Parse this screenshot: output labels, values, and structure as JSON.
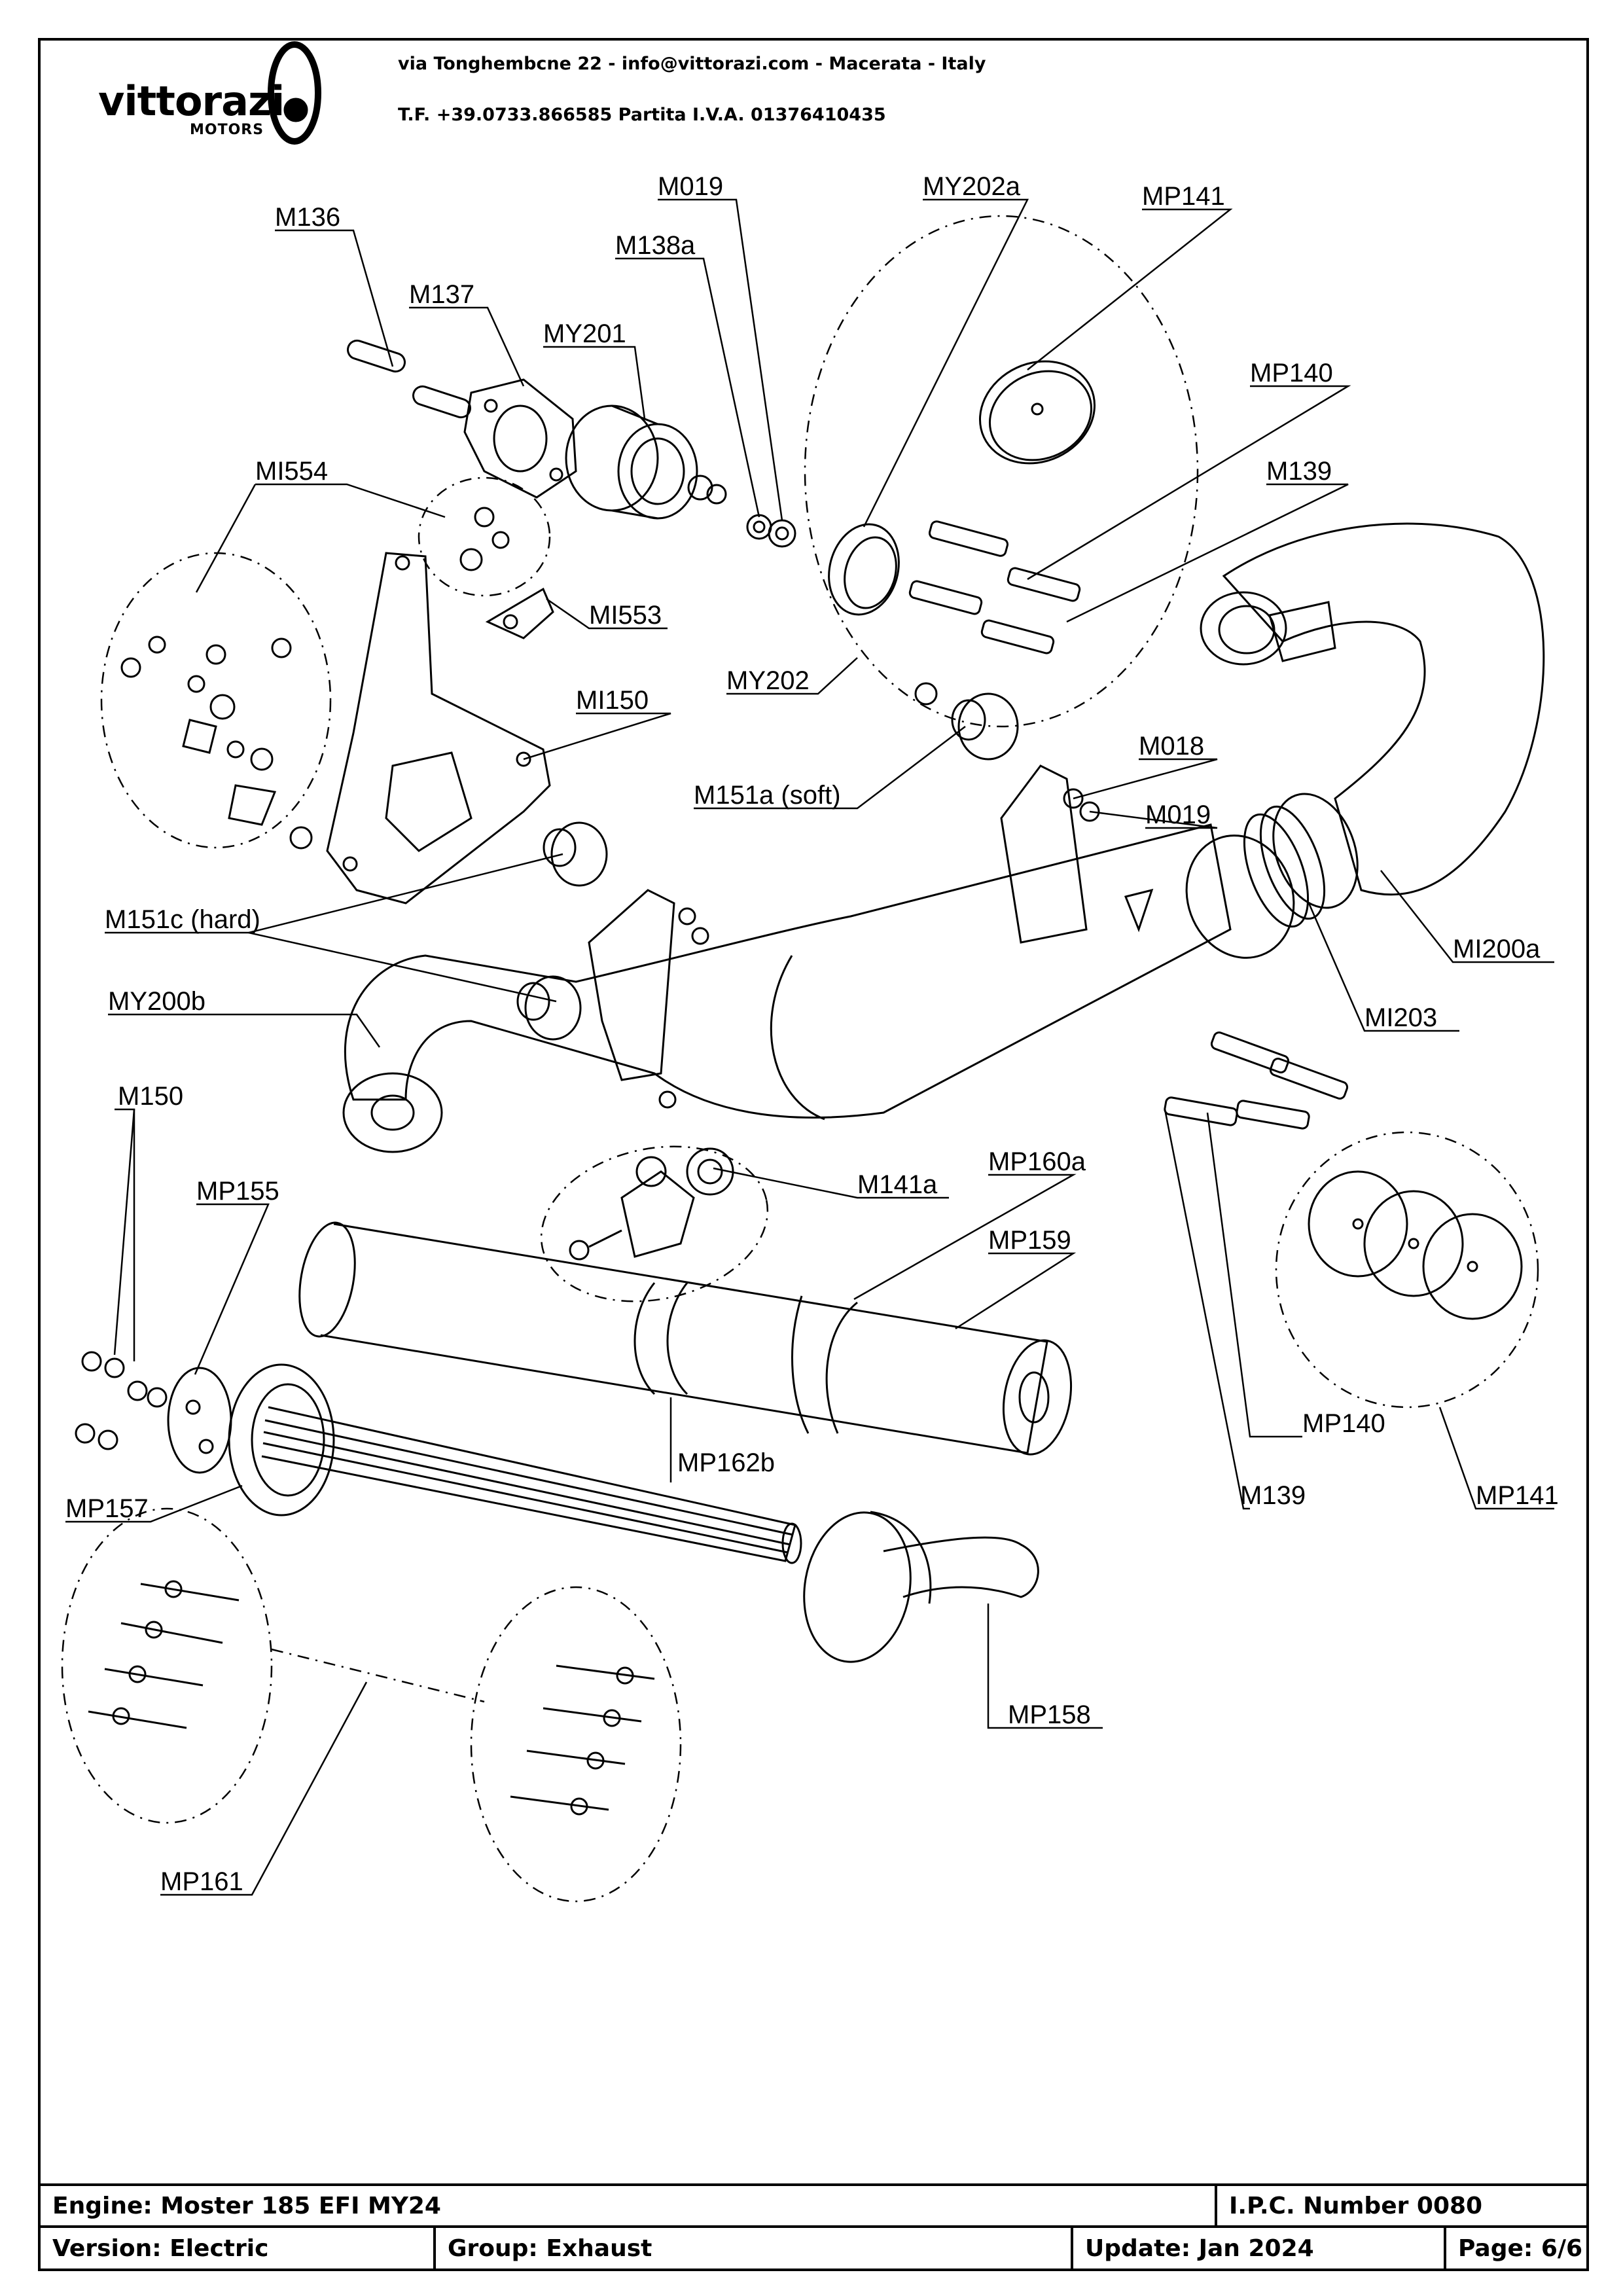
{
  "header": {
    "brand": "vittorazi",
    "brand_sub": "MOTORS",
    "address_line": "via Tonghembcne 22 - info@vittorazi.com - Macerata - Italy",
    "phone_line": "T.F. +39.0733.866585 Partita I.V.A. 01376410435"
  },
  "labels": {
    "m136": "M136",
    "m137": "M137",
    "my201": "MY201",
    "m138a": "M138a",
    "m019_top": "M019",
    "my202a": "MY202a",
    "mp141_top": "MP141",
    "mp140_top": "MP140",
    "m139_top": "M139",
    "mi554": "MI554",
    "mi553": "MI553",
    "mi150": "MI150",
    "my202": "MY202",
    "m018": "M018",
    "m019_mid": "M019",
    "m151a": "M151a (soft)",
    "m151c": "M151c (hard)",
    "my200b": "MY200b",
    "mi200a": "MI200a",
    "mi203": "MI203",
    "m150": "M150",
    "mp155": "MP155",
    "m141a": "M141a",
    "mp160a": "MP160a",
    "mp159": "MP159",
    "mp162b": "MP162b",
    "mp157": "MP157",
    "mp140_bottom": "MP140",
    "m139_bottom": "M139",
    "mp141_bottom": "MP141",
    "mp158": "MP158",
    "mp161": "MP161"
  },
  "footer": {
    "engine": "Engine: Moster 185 EFI MY24",
    "ipc": "I.P.C. Number 0080",
    "version": "Version: Electric",
    "group": "Group: Exhaust",
    "update": "Update: Jan 2024",
    "page": "Page: 6/6"
  }
}
